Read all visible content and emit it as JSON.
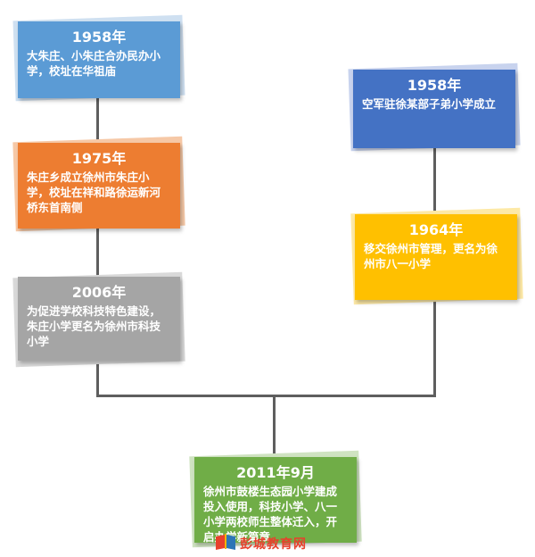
{
  "events": [
    {
      "id": "e1958a",
      "year": "1958年",
      "text": "大朱庄、小朱庄合办民办小学，校址在华祖庙",
      "color": "#5b9bd5"
    },
    {
      "id": "e1975",
      "year": "1975年",
      "text": "朱庄乡成立徐州市朱庄小学，校址在祥和路徐运新河桥东首南侧",
      "color": "#ed7d31"
    },
    {
      "id": "e2006",
      "year": "2006年",
      "text": "为促进学校科技特色建设，朱庄小学更名为徐州市科技小学",
      "color": "#a5a5a5"
    },
    {
      "id": "e1958b",
      "year": "1958年",
      "text": "空军驻徐某部子弟小学成立",
      "color": "#4472c4"
    },
    {
      "id": "e1964",
      "year": "1964年",
      "text": "移交徐州市管理，更名为徐州市八一小学",
      "color": "#ffc000"
    },
    {
      "id": "e2011",
      "year": "2011年9月",
      "text": "徐州市鼓楼生态园小学建成投入使用，科技小学、八一小学两校师生整体迁入，开启办学新篇章",
      "color": "#70ad47"
    }
  ],
  "watermark": {
    "text": "彭城教育网",
    "color": "#e8402c",
    "icon": "book-logo-icon"
  }
}
